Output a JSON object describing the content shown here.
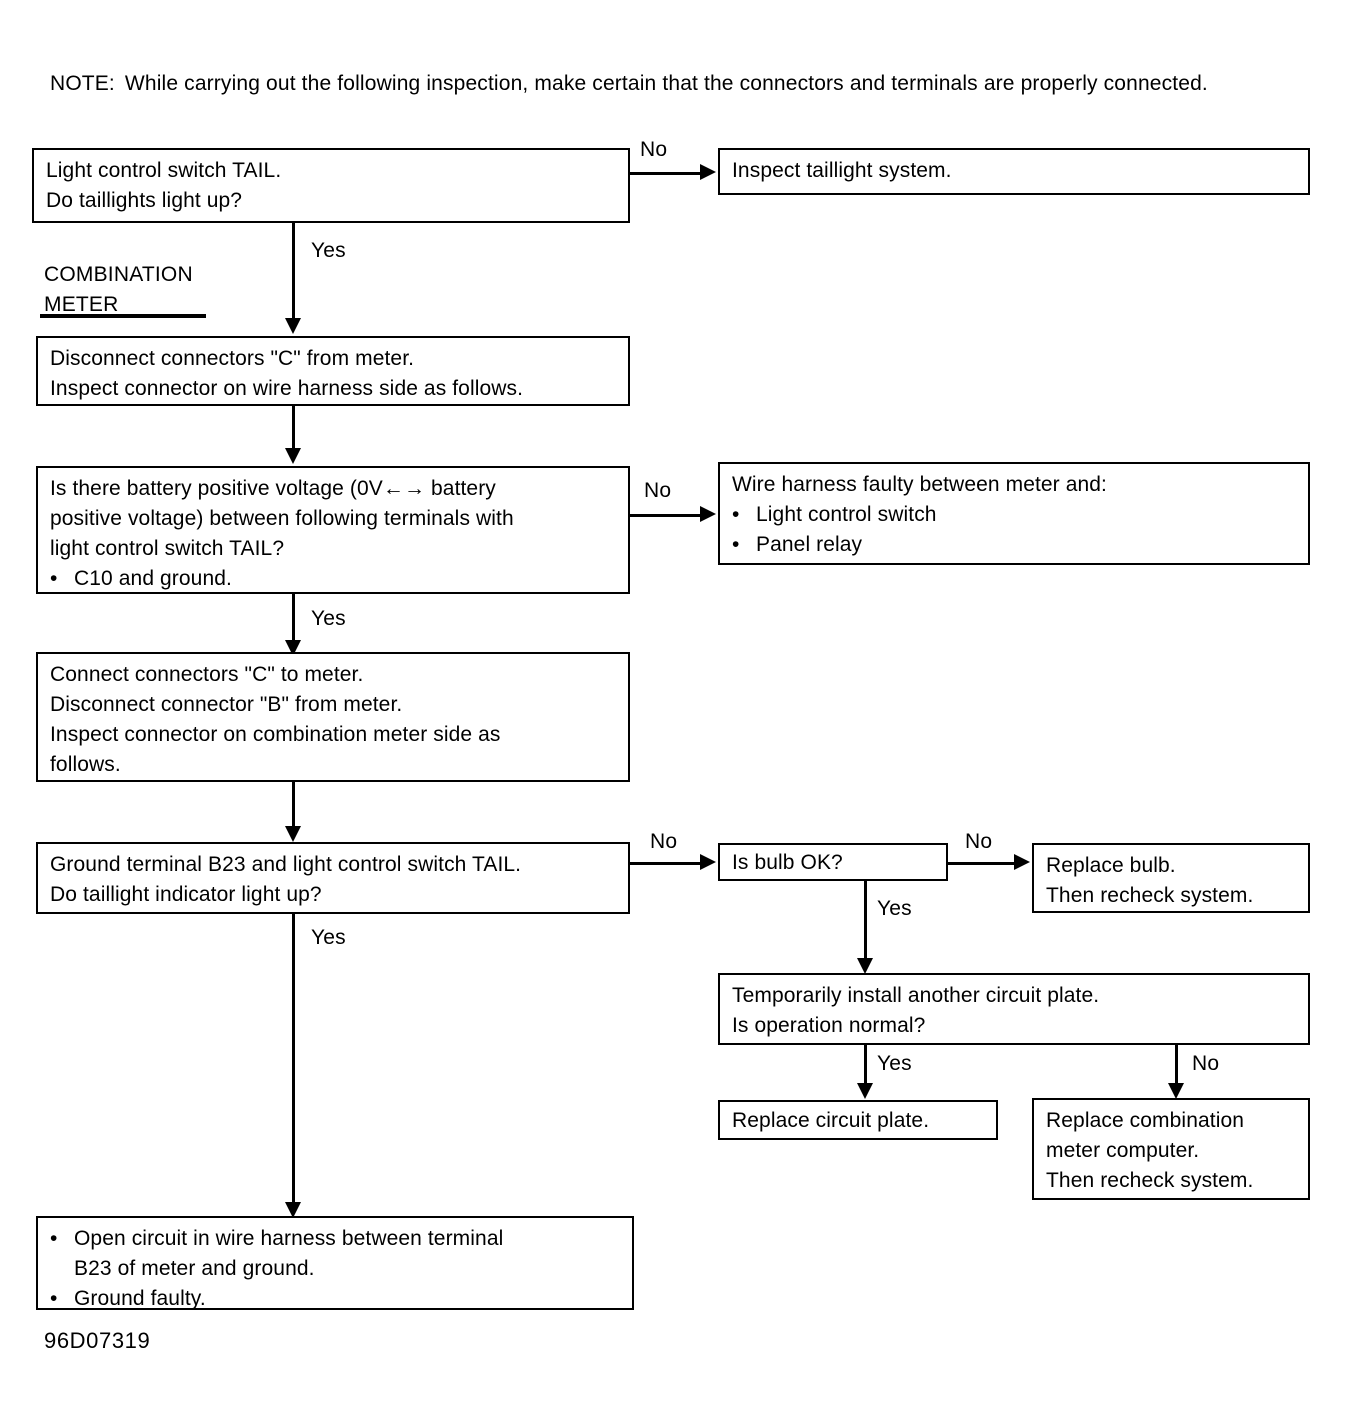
{
  "note": {
    "label": "NOTE:",
    "text": "While carrying out the following inspection, make certain that the connectors and terminals are properly connected."
  },
  "section": {
    "title_line1": "COMBINATION",
    "title_line2": "METER"
  },
  "boxes": {
    "light_control_switch": {
      "line1": "Light control switch TAIL.",
      "line2": "Do taillights light up?"
    },
    "inspect_taillight_system": {
      "line1": "Inspect taillight system."
    },
    "disconnect_c": {
      "line1": "Disconnect connectors \"C\" from meter.",
      "line2": "Inspect connector on wire harness side as follows."
    },
    "battery_voltage": {
      "line1": "Is there battery positive voltage (0V←→ battery",
      "line2": "positive voltage) between following terminals with",
      "line3": "light control switch TAIL?",
      "bullet1": "C10 and ground."
    },
    "wire_harness_faulty": {
      "line1": "Wire harness faulty between meter and:",
      "bullet1": "Light control switch",
      "bullet2": "Panel relay"
    },
    "connect_c_disconnect_b": {
      "line1": "Connect connectors \"C\" to meter.",
      "line2": "Disconnect connector \"B\" from meter.",
      "line3": "Inspect connector on combination meter side as",
      "line4": "follows."
    },
    "ground_terminal_b23": {
      "line1": "Ground terminal B23 and light control switch TAIL.",
      "line2": "Do taillight indicator light up?"
    },
    "is_bulb_ok": {
      "line1": "Is bulb OK?"
    },
    "replace_bulb": {
      "line1": "Replace bulb.",
      "line2": "Then recheck system."
    },
    "temporarily_install_plate": {
      "line1": "Temporarily install another circuit plate.",
      "line2": "Is operation normal?"
    },
    "replace_circuit_plate": {
      "line1": "Replace circuit plate."
    },
    "replace_meter_computer": {
      "line1": "Replace combination",
      "line2": "meter computer.",
      "line3": "Then recheck system."
    },
    "open_circuit": {
      "bullet1_line1": "Open circuit in wire harness between terminal",
      "bullet1_line2": "B23 of meter and ground.",
      "bullet2": "Ground faulty."
    }
  },
  "edge_labels": {
    "no_1": "No",
    "yes_1": "Yes",
    "no_2": "No",
    "yes_2": "Yes",
    "no_3": "No",
    "no_4": "No",
    "yes_3": "Yes",
    "yes_4": "Yes",
    "yes_5": "Yes",
    "no_5": "No"
  },
  "bullet_glyph": "•",
  "footer": {
    "code": "96D07319"
  },
  "colors": {
    "ink": "#000000",
    "page": "#ffffff"
  }
}
